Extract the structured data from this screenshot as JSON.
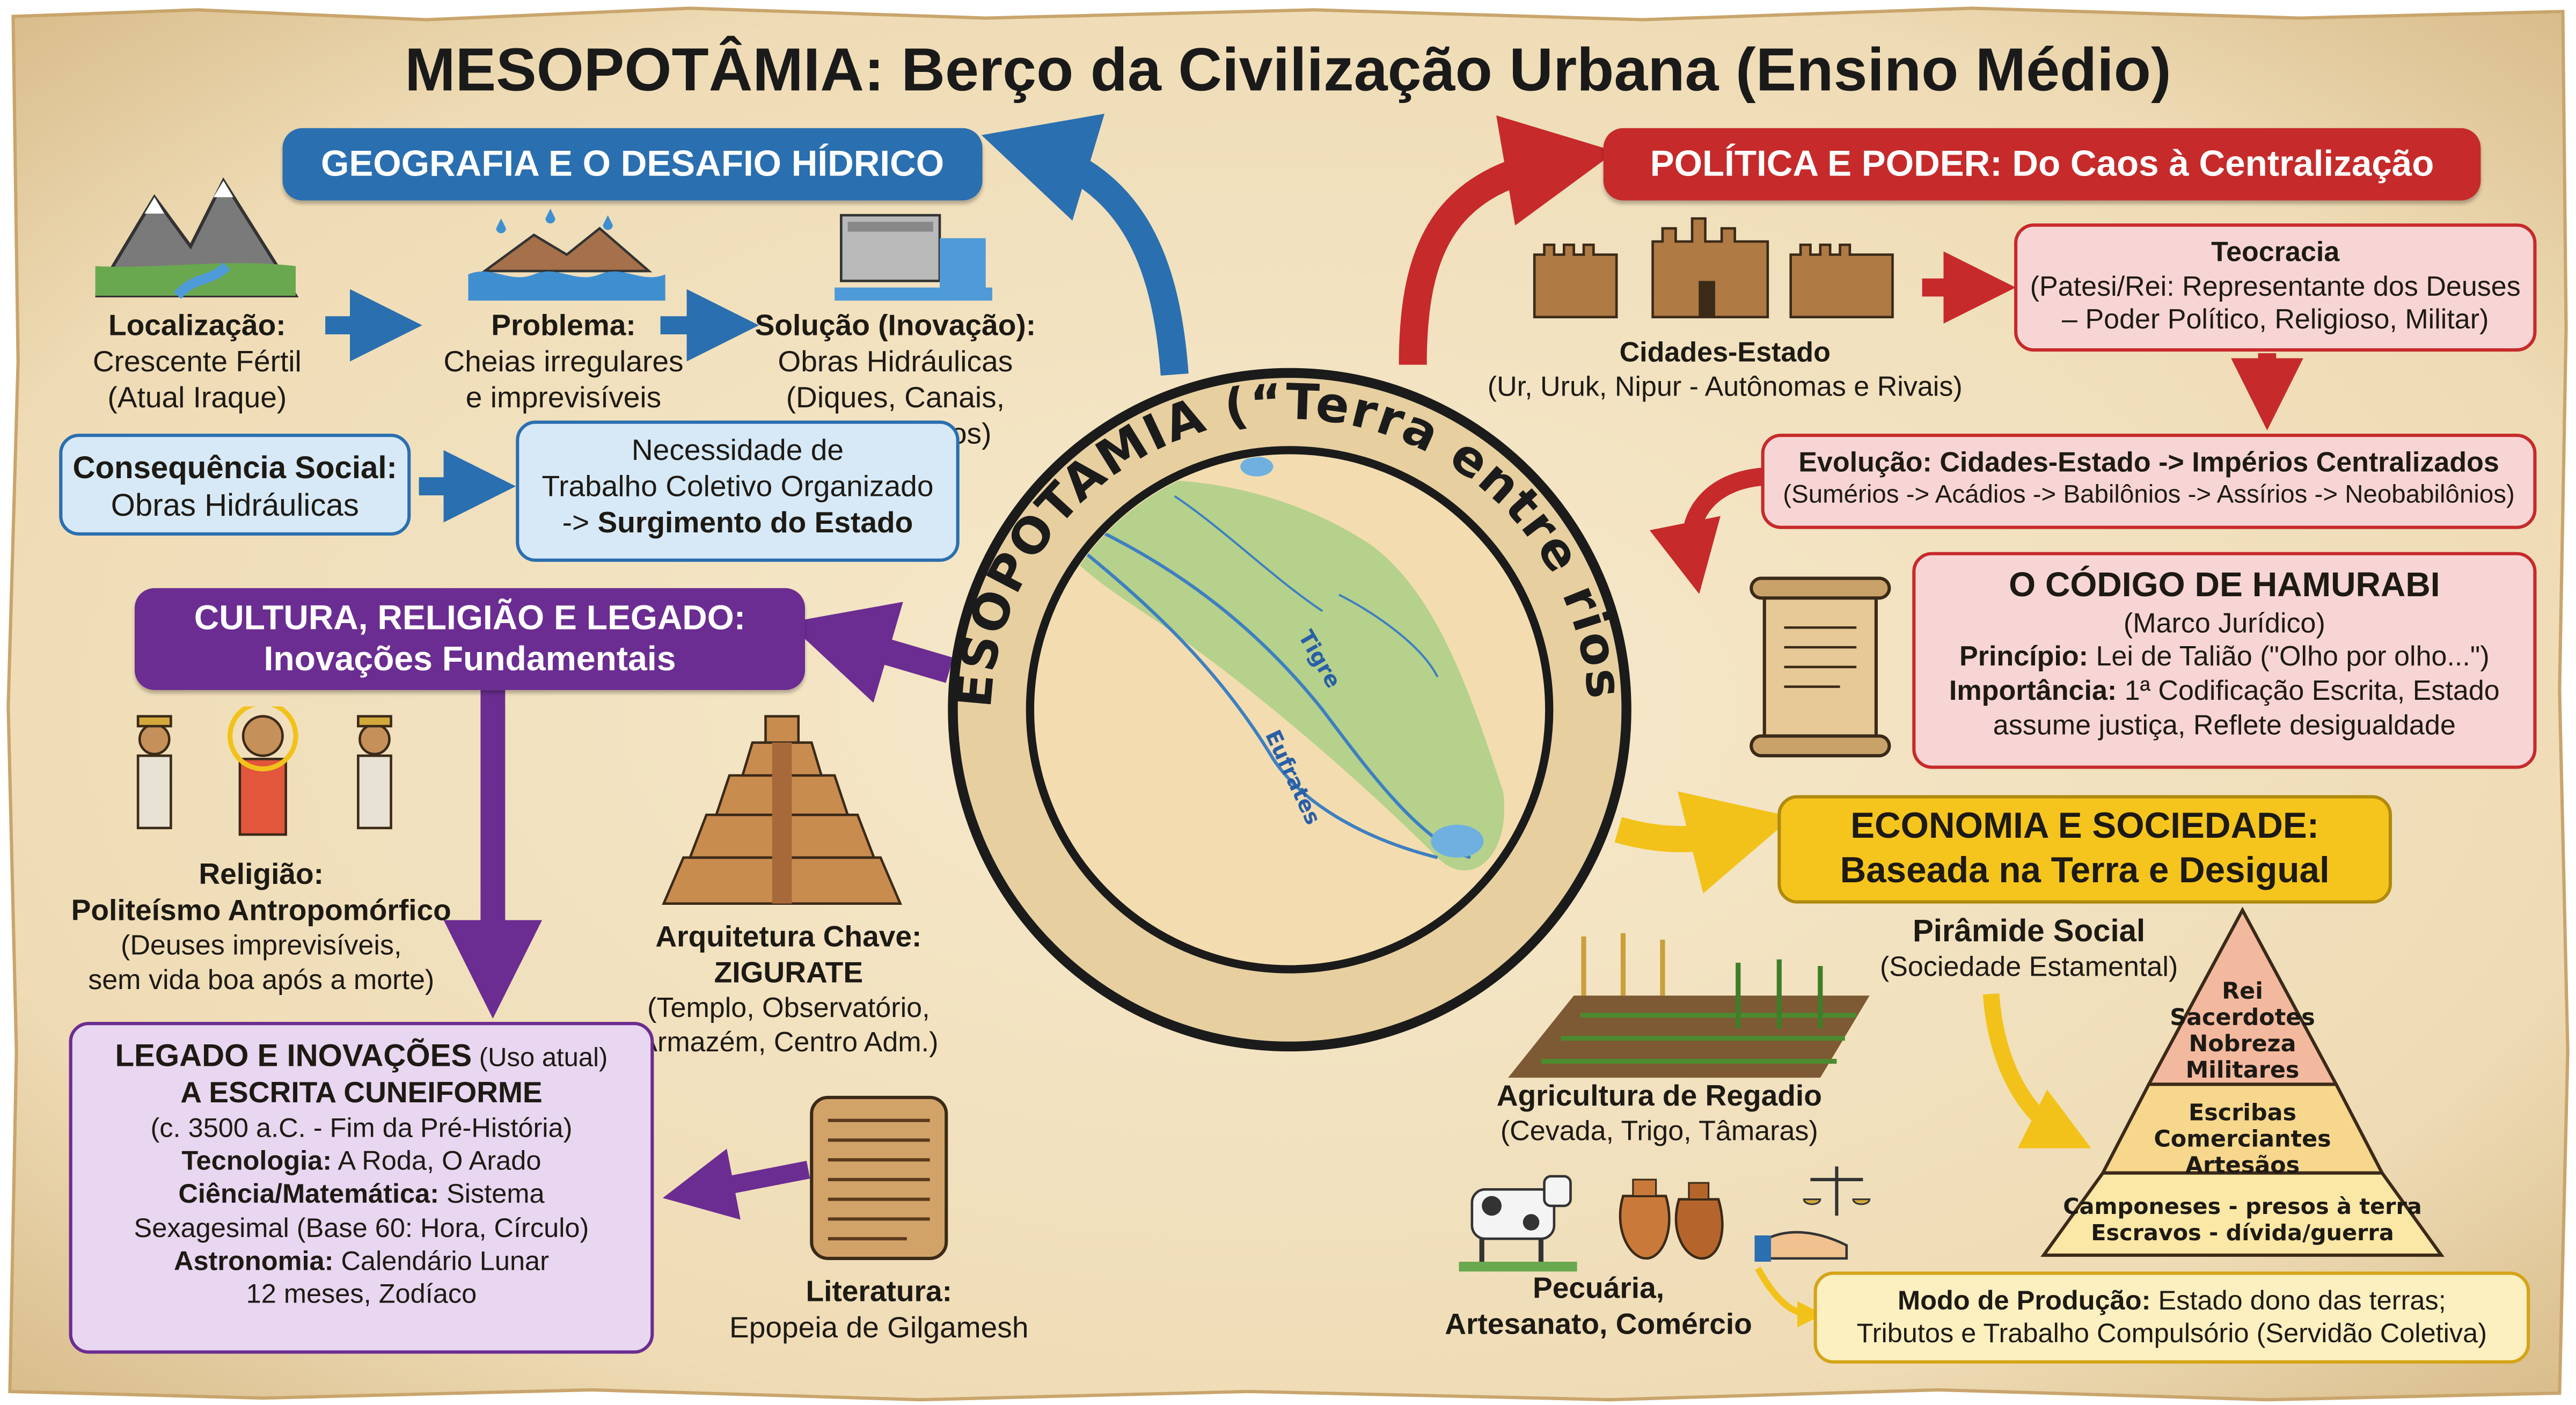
{
  "title": "MESOPOTÂMIA: Berço da Civilização Urbana (Ensino Médio)",
  "center": {
    "label": "MESOPOTÂMIA (“Terra entre rios”)",
    "river1": "Tigre",
    "river2": "Eufrates"
  },
  "geography": {
    "header": "GEOGRAFIA E O DESAFIO HÍDRICO",
    "localizacao": {
      "title": "Localização:",
      "lines": [
        "Crescente Fértil",
        "(Atual Iraque)"
      ]
    },
    "problema": {
      "title": "Problema:",
      "lines": [
        "Cheias irregulares",
        "e imprevisíveis"
      ]
    },
    "solucao": {
      "title": "Solução (Inovação):",
      "lines": [
        "Obras Hidráulicas",
        "(Diques, Canais, Reservatórios)"
      ]
    },
    "consequencia": {
      "title": "Consequência Social:",
      "line": "Obras Hidráulicas"
    },
    "necessidade": {
      "line1": "Necessidade de",
      "line2": "Trabalho Coletivo Organizado",
      "line3_prefix": "-> ",
      "line3_bold": "Surgimento do Estado"
    }
  },
  "politics": {
    "header": "POLÍTICA E PODER: Do Caos à Centralização",
    "cidades": {
      "title": "Cidades-Estado",
      "line": "(Ur, Uruk, Nipur - Autônomas e Rivais)"
    },
    "teocracia": {
      "title": "Teocracia",
      "lines": [
        "(Patesi/Rei: Representante dos Deuses",
        "– Poder Político, Religioso, Militar)"
      ]
    },
    "evolucao": {
      "title": "Evolução: Cidades-Estado -> Impérios Centralizados",
      "line": "(Sumérios -> Acádios -> Babilônios -> Assírios -> Neobabilônios)"
    },
    "hamurabi": {
      "title": "O CÓDIGO DE HAMURABI",
      "subtitle": "(Marco Jurídico)",
      "principio_label": "Princípio:",
      "principio_text": " Lei de Talião (\"Olho por olho...\")",
      "importancia_label": "Importância:",
      "importancia_text": " 1ª Codificação Escrita, Estado",
      "importancia_line2": "assume justiça, Reflete desigualdade"
    }
  },
  "culture": {
    "header_line1": "CULTURA, RELIGIÃO E LEGADO:",
    "header_line2": "Inovações Fundamentais",
    "religiao": {
      "title1": "Religião:",
      "title2": "Politeísmo Antropomórfico",
      "lines": [
        "(Deuses imprevisíveis,",
        "sem vida boa após a morte)"
      ]
    },
    "arquitetura": {
      "title1": "Arquitetura Chave:",
      "title2": "ZIGURATE",
      "lines": [
        "(Templo, Observatório,",
        "Armazém, Centro Adm.)"
      ]
    },
    "literatura": {
      "title": "Literatura:",
      "line": "Epopeia de Gilgamesh"
    },
    "legado": {
      "title": "LEGADO E INOVAÇÕES",
      "title_note": " (Uso atual)",
      "escrita": "A ESCRITA CUNEIFORME",
      "escrita_line": "(c. 3500 a.C. - Fim da Pré-História)",
      "tec_label": "Tecnologia:",
      "tec_text": " A Roda, O Arado",
      "ciencia_label": "Ciência/Matemática:",
      "ciencia_text": " Sistema",
      "ciencia_line2": "Sexagesimal (Base 60: Hora, Círculo)",
      "astro_label": "Astronomia:",
      "astro_text": " Calendário Lunar",
      "astro_line2": "12 meses, Zodíaco"
    }
  },
  "economy": {
    "header_line1": "ECONOMIA E SOCIEDADE:",
    "header_line2": "Baseada na Terra e Desigual",
    "agricultura": {
      "title": "Agricultura de Regadio",
      "line": "(Cevada, Trigo, Tâmaras)"
    },
    "pecuaria": {
      "line1": "Pecuária,",
      "line2": "Artesanato, Comércio"
    },
    "piramide": {
      "title": "Pirâmide Social",
      "subtitle": "(Sociedade Estamental)",
      "tier1": [
        "Rei",
        "Sacerdotes",
        "Nobreza",
        "Militares"
      ],
      "tier2": [
        "Escribas",
        "Comerciantes",
        "Artesãos"
      ],
      "tier3": [
        "Camponeses - presos à terra",
        "Escravos - dívida/guerra"
      ]
    },
    "modo": {
      "label": "Modo de Produção:",
      "text": " Estado dono das terras;",
      "line2": "Tributos e Trabalho Compulsório (Servidão Coletiva)"
    }
  },
  "colors": {
    "geography": "#2a6fb0",
    "politics": "#c62a2a",
    "culture": "#6b2d91",
    "economy": "#f2c21a",
    "parchment": "#f1e1c0"
  }
}
